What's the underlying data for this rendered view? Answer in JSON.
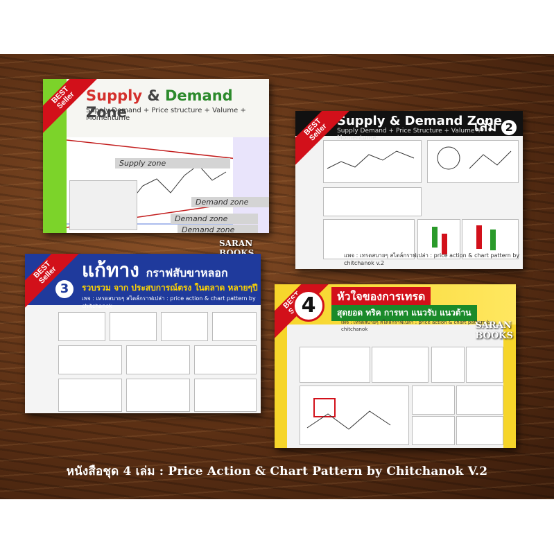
{
  "badge": {
    "line1": "BEST",
    "line2": "Seller"
  },
  "publisher": {
    "line1": "SARAN",
    "line2": "BOOKS"
  },
  "book1": {
    "title_a": "Supply",
    "title_amp": "&",
    "title_b": "Demand",
    "title_c": "Zone",
    "subtitle": "Supply Demand + Price structure + Valume + Momentume",
    "zone_supply": "Supply zone",
    "zone_demand": "Demand zone"
  },
  "book2": {
    "title": "Supply & Demand Zone",
    "subtitle": "Supply Demand + Price Structure + Valume + Momentume",
    "volume_label": "เล่ม",
    "volume_num": "2",
    "footer": "แพจ : เทรดสบายๆ สไตล์กราฟเปล่า : price action & chart pattern by chitchanok v.2"
  },
  "book3": {
    "num": "3",
    "title": "แก้ทาง",
    "title_small": "กราฟสับขาหลอก",
    "subtitle": "รวบรวม จาก ประสบการณ์ตรง ในตลาด หลายๆปี",
    "line": "เพจ : เทรดสบายๆ สไตล์กราฟเปล่า : price action & chart pattern by chitchanok"
  },
  "book4": {
    "num": "4",
    "title": "หัวใจของการเทรด",
    "subtitle": "สุดยอด ทริค การหา แนวรับ แนวต้าน",
    "line": "เพจ : เทรดสบายๆ สไตล์กราฟเปล่า : price action & chart pattern by chitchanok"
  },
  "caption": "หนังสือชุด 4 เล่ม : Price Action & Chart Pattern by Chitchanok V.2",
  "colors": {
    "badge_red": "#d2101a",
    "book3_blue": "#1f3a9c",
    "book4_yellow": "#f6d52a",
    "book1_green": "#7cd32a"
  }
}
